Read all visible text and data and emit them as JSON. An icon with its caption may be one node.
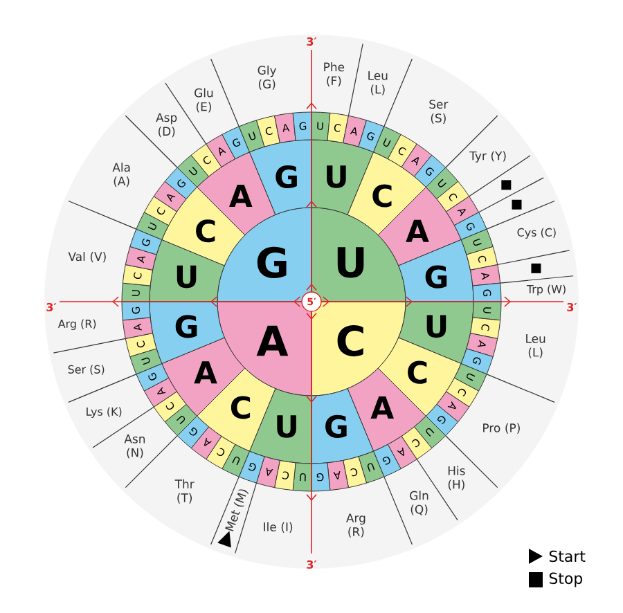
{
  "diagram": {
    "nodes": [
      {
        "text": [
          "5′"
        ]
      },
      {
        "text": [
          "U"
        ]
      },
      {
        "text": [
          "C"
        ]
      },
      {
        "text": [
          "A"
        ]
      },
      {
        "text": [
          "G"
        ]
      },
      {
        "text": [
          "U"
        ]
      },
      {
        "text": [
          "C"
        ]
      },
      {
        "text": [
          "A"
        ]
      },
      {
        "text": [
          "G"
        ]
      },
      {
        "text": [
          "U"
        ]
      },
      {
        "text": [
          "C"
        ]
      },
      {
        "text": [
          "A"
        ]
      },
      {
        "text": [
          "G"
        ]
      },
      {
        "text": [
          "U"
        ]
      },
      {
        "text": [
          "C"
        ]
      },
      {
        "text": [
          "A"
        ]
      },
      {
        "text": [
          "G"
        ]
      },
      {
        "text": [
          "U"
        ]
      },
      {
        "text": [
          "C"
        ]
      },
      {
        "text": [
          "A"
        ]
      },
      {
        "text": [
          "G"
        ]
      },
      {
        "text": [
          "U"
        ]
      },
      {
        "text": [
          "C"
        ]
      },
      {
        "text": [
          "A"
        ]
      },
      {
        "text": [
          "G"
        ]
      },
      {
        "text": [
          "U"
        ]
      },
      {
        "text": [
          "C"
        ]
      },
      {
        "text": [
          "A"
        ]
      },
      {
        "text": [
          "G"
        ]
      },
      {
        "text": [
          "U"
        ]
      },
      {
        "text": [
          "C"
        ]
      },
      {
        "text": [
          "A"
        ]
      },
      {
        "text": [
          "G"
        ]
      },
      {
        "text": [
          "U"
        ]
      },
      {
        "text": [
          "C"
        ]
      },
      {
        "text": [
          "A"
        ]
      },
      {
        "text": [
          "G"
        ]
      },
      {
        "text": [
          "U"
        ]
      },
      {
        "text": [
          "C"
        ]
      },
      {
        "text": [
          "A"
        ]
      },
      {
        "text": [
          "G"
        ]
      },
      {
        "text": [
          "U"
        ]
      },
      {
        "text": [
          "C"
        ]
      },
      {
        "text": [
          "A"
        ]
      },
      {
        "text": [
          "G"
        ]
      },
      {
        "text": [
          "U"
        ]
      },
      {
        "text": [
          "C"
        ]
      },
      {
        "text": [
          "A"
        ]
      },
      {
        "text": [
          "G"
        ]
      },
      {
        "text": [
          "U"
        ]
      },
      {
        "text": [
          "C"
        ]
      },
      {
        "text": [
          "A"
        ]
      },
      {
        "text": [
          "G"
        ]
      },
      {
        "text": [
          "U"
        ]
      },
      {
        "text": [
          "C"
        ]
      },
      {
        "text": [
          "A"
        ]
      },
      {
        "text": [
          "G"
        ]
      },
      {
        "text": [
          "U"
        ]
      },
      {
        "text": [
          "C"
        ]
      },
      {
        "text": [
          "A"
        ]
      },
      {
        "text": [
          "G"
        ]
      },
      {
        "text": [
          "U"
        ]
      },
      {
        "text": [
          "C"
        ]
      },
      {
        "text": [
          "A"
        ]
      },
      {
        "text": [
          "G"
        ]
      },
      {
        "text": [
          "U"
        ]
      },
      {
        "text": [
          "C"
        ]
      },
      {
        "text": [
          "A"
        ]
      },
      {
        "text": [
          "G"
        ]
      },
      {
        "text": [
          "U"
        ]
      },
      {
        "text": [
          "C"
        ]
      },
      {
        "text": [
          "A"
        ]
      },
      {
        "text": [
          "G"
        ]
      },
      {
        "text": [
          "U"
        ]
      },
      {
        "text": [
          "C"
        ]
      },
      {
        "text": [
          "A"
        ]
      },
      {
        "text": [
          "G"
        ]
      },
      {
        "text": [
          "U"
        ]
      },
      {
        "text": [
          "C"
        ]
      },
      {
        "text": [
          "A"
        ]
      },
      {
        "text": [
          "G"
        ]
      },
      {
        "text": [
          "U"
        ]
      },
      {
        "text": [
          "C"
        ]
      },
      {
        "text": [
          "A"
        ]
      },
      {
        "text": [
          "G"
        ]
      }
    ],
    "labels": [
      "Phe (F)",
      "Leu (L)",
      "Ser (S)",
      "Tyr (Y)",
      "Cys (C)",
      "Trp (W)",
      "Leu (L)",
      "Pro (P)",
      "His (H)",
      "Gln (Q)",
      "Arg (R)",
      "Ile (I)",
      "Met (M)",
      "Thr (T)",
      "Asn (N)",
      "Lys (K)",
      "Ser (S)",
      "Arg (R)",
      "Val (V)",
      "Ala (A)",
      "Asp (D)",
      "Glu (E)",
      "Gly (G)",
      "3′",
      "3′",
      "3′",
      "3′"
    ],
    "legend": [
      {
        "text": "Start"
      },
      {
        "text": "Stop"
      }
    ]
  }
}
